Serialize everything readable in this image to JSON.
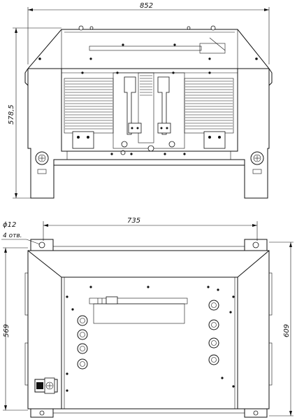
{
  "front_view": {
    "dim_width": "852",
    "dim_height": "578,5"
  },
  "top_view": {
    "dim_width": "735",
    "dim_depth_left": "569",
    "dim_depth_right": "609",
    "hole_diameter": "ϕ12",
    "hole_count": "4 отв."
  }
}
